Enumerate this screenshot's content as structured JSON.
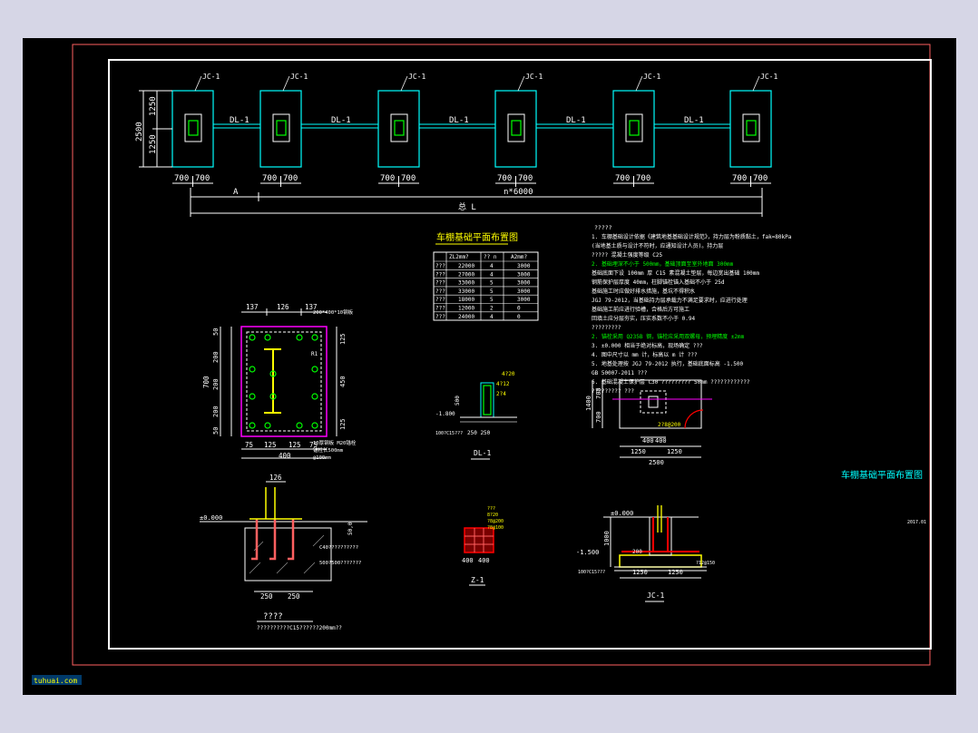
{
  "colors": {
    "background": "#000000",
    "page": "#d6d6e6",
    "frame_outer": "#ff6060",
    "frame_inner": "#ffffff",
    "cyan": "#00ffff",
    "yellow": "#ffff00",
    "green": "#00ff00",
    "red": "#ff0000",
    "magenta": "#ff00ff",
    "grey": "#9a9a9a"
  },
  "plan": {
    "column_tag": "JC-1",
    "beam_tag": "DL-1",
    "dim_height_total": "2500",
    "dim_height_half": "1250",
    "dim_width": "700",
    "axis_a": "A",
    "span_label": "n*6000",
    "total_label": "总 L"
  },
  "table": {
    "title": "车棚基础平面布置图",
    "headers": [
      "ZL2mm?",
      "?? n",
      "A2mm?"
    ],
    "rows": [
      [
        "???",
        "22000",
        "4",
        "3000"
      ],
      [
        "???",
        "27000",
        "4",
        "3000"
      ],
      [
        "???",
        "33000",
        "5",
        "3000"
      ],
      [
        "???",
        "33000",
        "5",
        "3000"
      ],
      [
        "???",
        "18000",
        "5",
        "3000"
      ],
      [
        "???",
        "12000",
        "2",
        "0"
      ],
      [
        "???",
        "24000",
        "4",
        "0"
      ]
    ]
  },
  "notes": {
    "heading": "?????",
    "lines": [
      "1. 车棚基础设计依据《建筑地基基础设计规范》，持力层为粉质黏土，fak=80kPa",
      "   (当地基土质与设计不符时，应通知设计人员)。持力层",
      "   ?????  混凝土强度等级 C25",
      "2. 基础埋深不小于 500mm，基础顶面至室外地面 300mm",
      "   基础底面下设 100mm 厚 C15 素混凝土垫层，每边宽出基础 100mm",
      "   钢筋保护层厚度 40mm，柱脚锚栓锚入基础不小于 25d",
      "   基础施工时应做好排水措施，基坑不得积水",
      "   JGJ 79-2012，当基础持力层承载力不满足要求时，应进行处理",
      "   基础施工前应进行验槽，合格后方可施工",
      "   回填土应分层夯实，压实系数不小于 0.94",
      "   ?????????",
      "2. 锚栓采用 Q235B 钢，锚栓应采用双螺母，预埋精度 ±2mm",
      "3. ±0.000 相当于绝对标高，现场确定 ???",
      "4. 图中尺寸以 mm 计，标高以 m 计 ???",
      "5. 地基处理按 JGJ 79-2012 执行，基础底面标高 -1.500",
      "   GB 50007-2011 ???",
      "6. 基础混凝土保护层 C30 ????????? 50mm ????????????",
      "   ????????? ???"
    ]
  },
  "anchor": {
    "dims_top": [
      "137",
      "126",
      "137"
    ],
    "dims_left": [
      "50",
      "200",
      "200",
      "200",
      "50"
    ],
    "dims_right": [
      "125",
      "450",
      "125"
    ],
    "dims_bottom": [
      "75",
      "125",
      "125",
      "75"
    ],
    "dim_total_left": "700",
    "dim_total_bottom": "400",
    "top_note": "200*400*10钢板",
    "bottom_notes": [
      "10厚钢板 M20锚栓",
      "锚栓长500mm",
      "@100mm"
    ],
    "angle": "R1"
  },
  "anchor_section": {
    "elev": "±0.000",
    "dims": [
      "250",
      "250"
    ],
    "dim_top": "126",
    "side": "50,0",
    "notes": [
      "C40??????????",
      "500?500???????"
    ],
    "title": "????",
    "subtitle": "??????????C15??????200mm??"
  },
  "beam": {
    "label": "DL-1",
    "dims": [
      "500",
      "250"
    ],
    "elev": "-1.800",
    "bar_top": "4?20",
    "bar_mid": "4?12",
    "bar_side": "2?4",
    "bottom_note": "100?C15???",
    "width_total": "250 250"
  },
  "column_section": {
    "label": "Z-1",
    "dims": [
      "400",
      "400"
    ],
    "notes": [
      "???",
      "8?20",
      "?8@200",
      "?8@100"
    ]
  },
  "found_plan": {
    "dims_v": [
      "700",
      "700",
      "1400"
    ],
    "dims_h": [
      "400",
      "400"
    ],
    "dims_h2": [
      "1250",
      "1250"
    ],
    "total": "2500",
    "note": "2?8@200"
  },
  "found_section": {
    "label": "JC-1",
    "elev_top": "±0.000",
    "elev_bot": "-1.500",
    "dims": [
      "1250",
      "1250"
    ],
    "dim_v": "1000",
    "dim_mid": "200",
    "bottom_note": "100?C15???",
    "side_note": "?12@150"
  },
  "drawing_title": "车棚基础平面布置图",
  "date": "2017.01",
  "logo_text": "tuhuai.com"
}
